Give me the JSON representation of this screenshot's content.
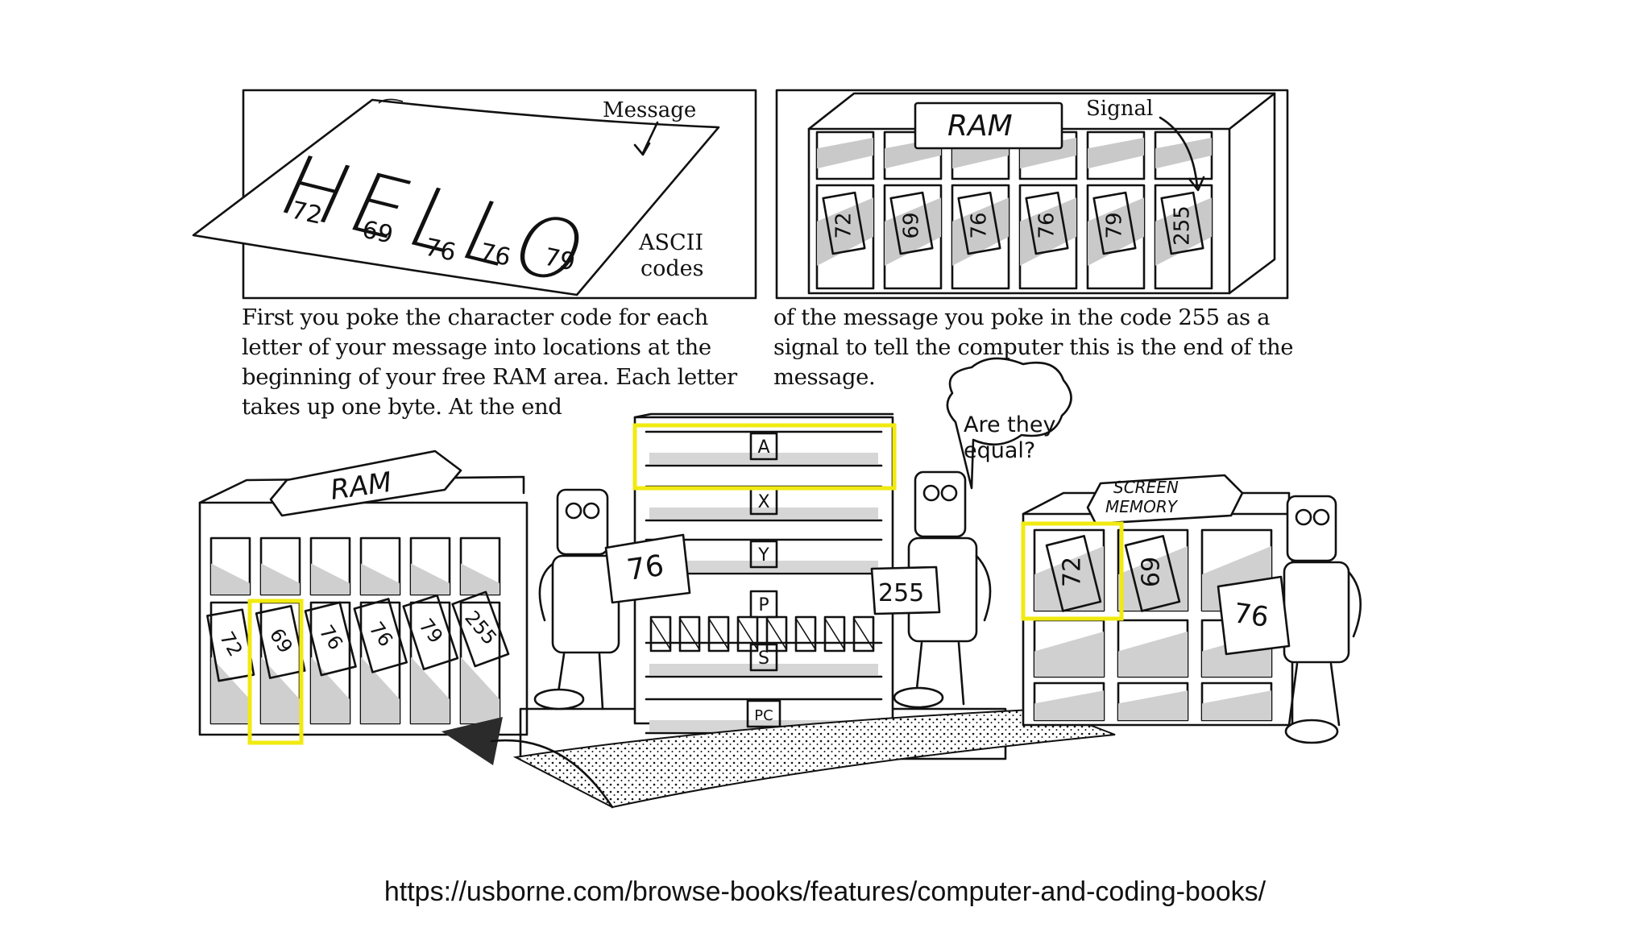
{
  "panel1": {
    "word": "HELLO",
    "message_label": "Message",
    "ascii_label_line1": "ASCII",
    "ascii_label_line2": "codes",
    "codes": [
      "72",
      "69",
      "76",
      "76",
      "79"
    ]
  },
  "panel2": {
    "ram_label": "RAM",
    "signal_label": "Signal",
    "slots": [
      "72",
      "69",
      "76",
      "76",
      "79",
      "255"
    ]
  },
  "caption_left": "First you poke the character code for each letter of your message into locations at the beginning of your free RAM area. Each letter takes up one byte. At the end",
  "caption_right": "of the message you poke in the code 255 as a signal to tell the computer this is the end of the message.",
  "bottom": {
    "ram_label": "RAM",
    "ram_slots": [
      "72",
      "69",
      "76",
      "76",
      "79",
      "255"
    ],
    "registers": [
      "A",
      "X",
      "Y",
      "P",
      "S",
      "PC"
    ],
    "robot1_card": "76",
    "robot2_card": "255",
    "speech_line1": "Are they",
    "speech_line2": "equal?",
    "screen_label_line1": "SCREEN",
    "screen_label_line2": "MEMORY",
    "screen_slots": [
      "72",
      "69"
    ],
    "robot3_card": "76",
    "highlight_color": "#f1ea10"
  },
  "source_url": "https://usborne.com/browse-books/features/computer-and-coding-books/"
}
